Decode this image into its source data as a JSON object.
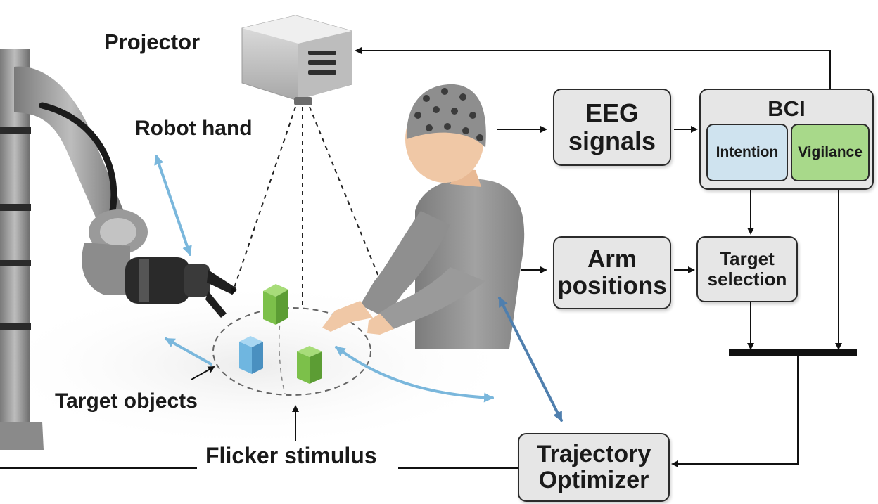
{
  "labels": {
    "projector": "Projector",
    "robot_hand": "Robot hand",
    "target_objects": "Target objects",
    "flicker_stimulus": "Flicker stimulus"
  },
  "boxes": {
    "eeg": [
      "EEG",
      "signals"
    ],
    "bci": {
      "title": "BCI",
      "intention": "Intention",
      "vigilance": "Vigilance"
    },
    "arm": [
      "Arm",
      "positions"
    ],
    "target_selection": [
      "Target",
      "selection"
    ],
    "trajectory": [
      "Trajectory",
      "Optimizer"
    ]
  },
  "colors": {
    "box_fill": "#e6e6e6",
    "box_border": "#2b2b2b",
    "intention_fill": "#cfe3ef",
    "vigilance_fill": "#a8d98a",
    "cube_green": "#7cc04a",
    "cube_blue": "#6fb6e0",
    "motion_arrow": "#7ab7dc",
    "person_gray": "#8f8f8f",
    "skin": "#f0c8a6"
  }
}
